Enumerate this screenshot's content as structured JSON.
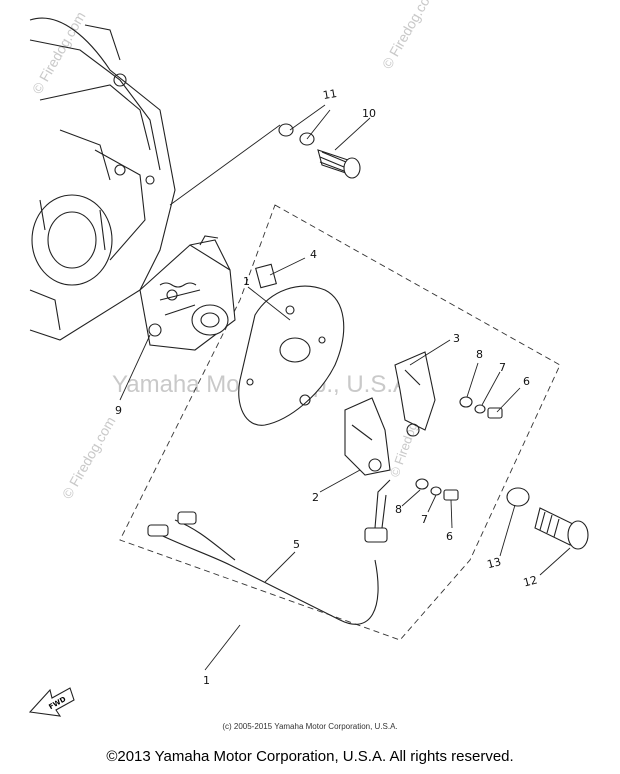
{
  "watermarks": {
    "main": "Yamaha Motor Corp., U.S.A.",
    "brand_tl": "© Firedog.com",
    "brand_tr": "© Firedog.com",
    "brand_ml": "© Firedog.com",
    "brand_c": "© Firedog.com"
  },
  "callouts": {
    "p1a": "1",
    "p1b": "1",
    "p2": "2",
    "p3": "3",
    "p4": "4",
    "p5": "5",
    "p6a": "6",
    "p6b": "6",
    "p7a": "7",
    "p7b": "7",
    "p8a": "8",
    "p8b": "8",
    "p9": "9",
    "p10": "10",
    "p11": "11",
    "p12": "12",
    "p13": "13"
  },
  "fwd_label": "FWD",
  "small_copyright": "(c) 2005-2015 Yamaha Motor Corporation, U.S.A.",
  "footer": "©2013 Yamaha Motor Corporation, U.S.A. All rights reserved.",
  "icons": {
    "fwd_arrow": "fwd-arrow-icon"
  }
}
